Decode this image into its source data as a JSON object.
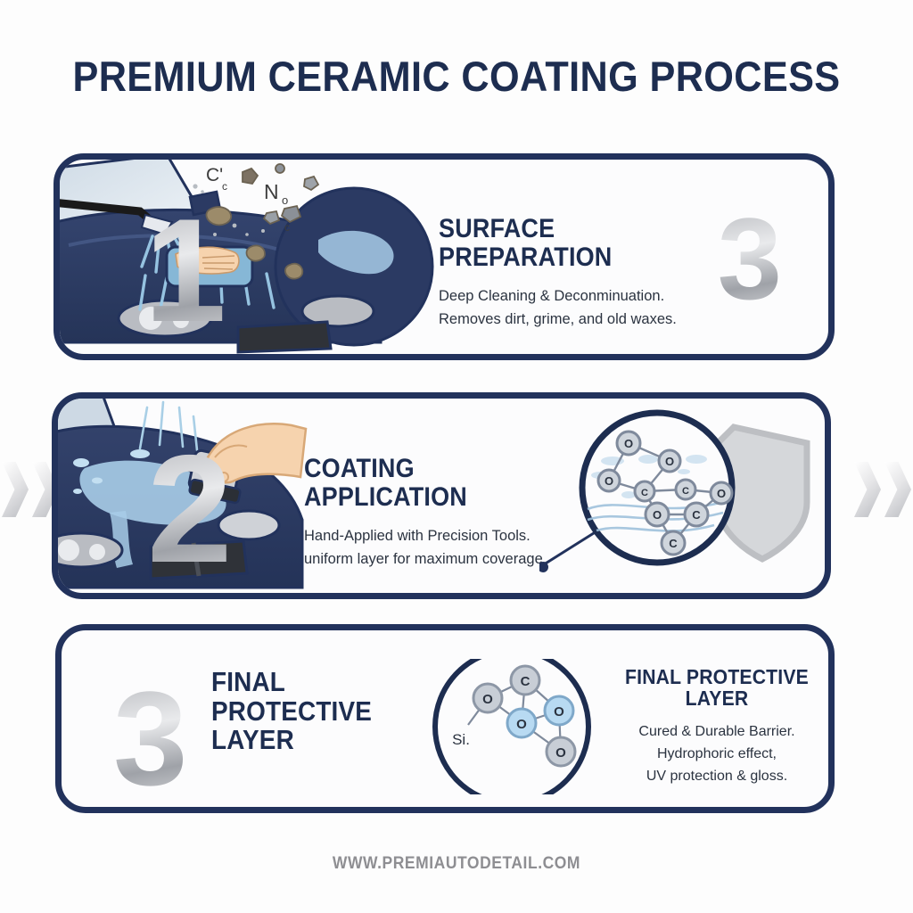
{
  "title": "PREMIUM CERAMIC COATING PROCESS",
  "footer": "WWW.PREMIAUTODETAIL.COM",
  "colors": {
    "navy": "#22325c",
    "navy_text": "#1d2d50",
    "body_text": "#2b3340",
    "silver": "#b5b7bc",
    "car_body": "#2b3a63",
    "water": "#a8cde8",
    "skin": "#f6d3ae",
    "background": "#fdfdfd",
    "footer_gray": "#8e8e92"
  },
  "steps": [
    {
      "number": "1",
      "ghost_number": "3",
      "heading": "SURFACE PREPARATION",
      "body": "Deep Cleaning & Deconminuation.\nRemoves dirt, grime, and old waxes.",
      "illustration": "car-wash-sponge-spray",
      "particle_labels": [
        "C",
        "No",
        "C",
        "C"
      ]
    },
    {
      "number": "2",
      "heading": "COATING APPLICATION",
      "body": "Hand-Applied with Precision Tools.\nuniform layer for maximum coverage.",
      "illustration": "hand-applicator-on-hood",
      "magnifier": {
        "atoms": [
          "O",
          "O",
          "O",
          "C",
          "C",
          "O",
          "O",
          "C",
          "C"
        ],
        "shield": "shield-shape"
      }
    },
    {
      "number": "3",
      "heading_left": "FINAL\nPROTECTIVE LAYER",
      "heading_right": "FINAL PROTECTIVE LAYER",
      "body": "Cured & Durable Barrier.\nHydrophoric effect,\nUV protection & gloss.",
      "molecule": {
        "atoms": [
          "C",
          "O",
          "O",
          "O",
          "O"
        ],
        "label": "Si."
      }
    }
  ],
  "decorations": {
    "left_arrows": "double-chevron-right",
    "right_arrows": "double-chevron-right"
  }
}
